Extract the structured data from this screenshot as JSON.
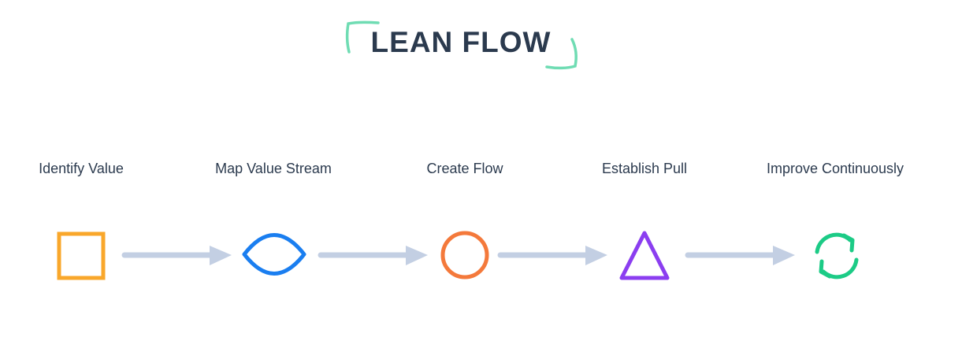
{
  "title": "LEAN FLOW",
  "colors": {
    "title": "#2b3a4e",
    "accent": "#6fdcb3",
    "arrow": "#c3cfe3",
    "step1": "#f9a72b",
    "step2": "#1a7ef0",
    "step3": "#f4793b",
    "step4": "#8b3ef0",
    "step5": "#1ccb86"
  },
  "steps": [
    {
      "label": "Identify Value",
      "icon": "square-icon"
    },
    {
      "label": "Map Value Stream",
      "icon": "eye-shape-icon"
    },
    {
      "label": "Create Flow",
      "icon": "circle-icon"
    },
    {
      "label": "Establish Pull",
      "icon": "triangle-icon"
    },
    {
      "label": "Improve Continuously",
      "icon": "refresh-cycle-icon"
    }
  ]
}
